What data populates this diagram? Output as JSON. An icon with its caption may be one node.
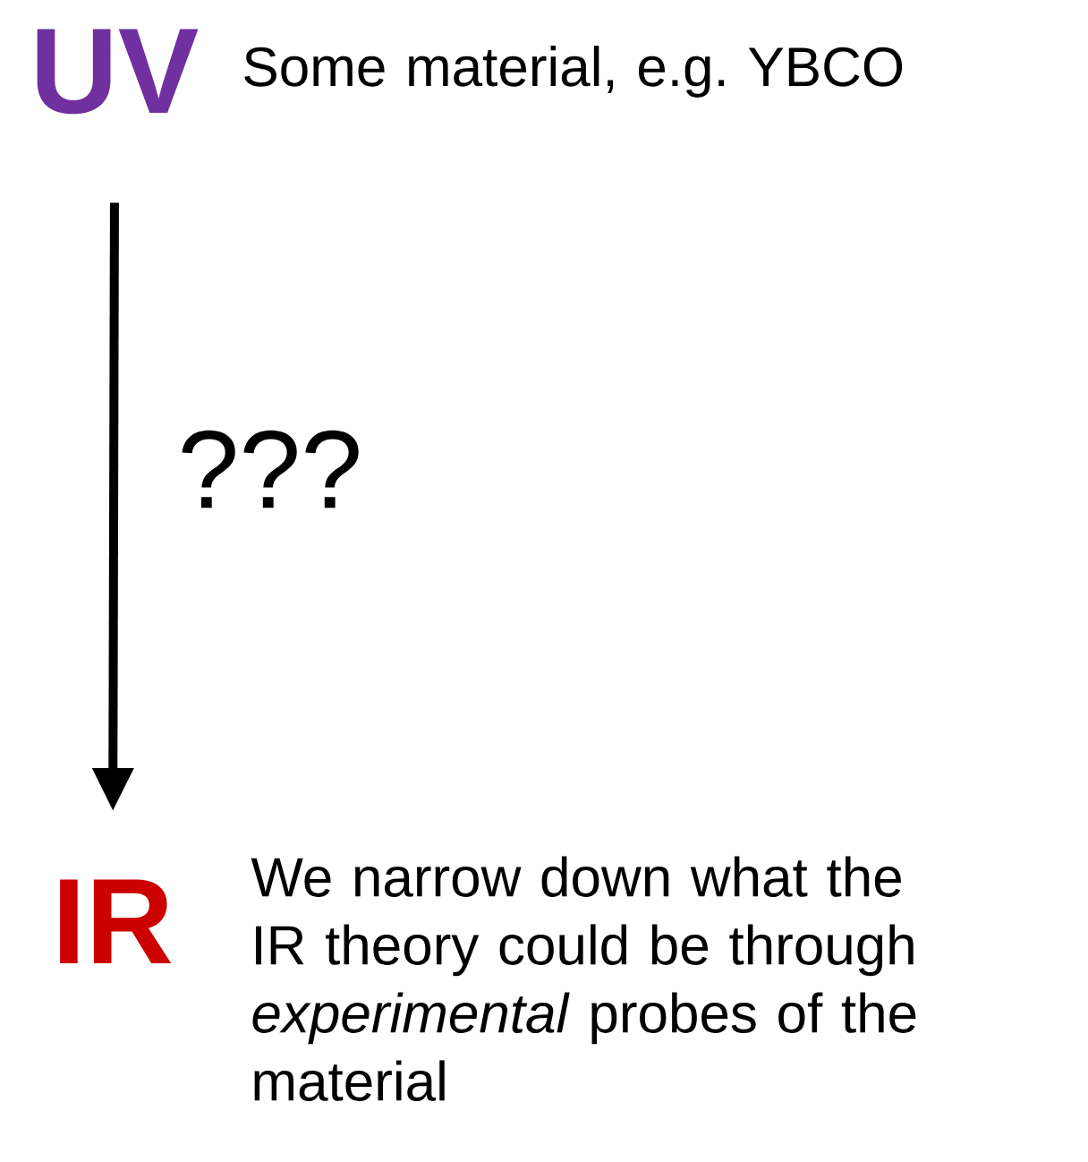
{
  "diagram": {
    "nodes": [
      {
        "text": [
          "UV"
        ],
        "beside": [
          "Some material, e.g. YBCO"
        ]
      },
      {
        "text": [
          "IR"
        ],
        "beside": [
          "We narrow down what the IR theory could be through *experimental* probes of the material"
        ]
      }
    ],
    "edges": [
      {
        "from": 0,
        "to": 1,
        "arrow": "to",
        "label": "???"
      }
    ]
  }
}
